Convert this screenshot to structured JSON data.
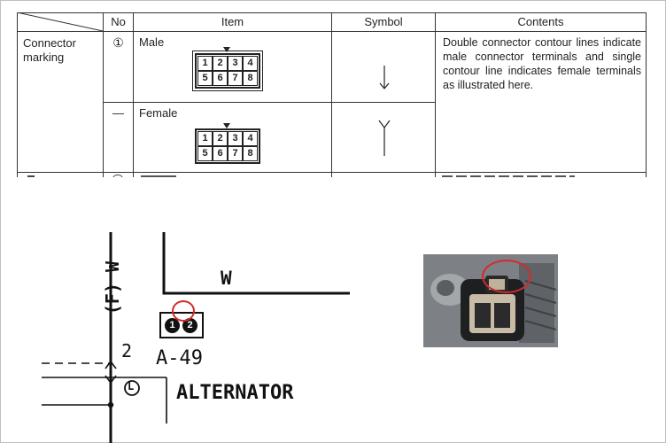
{
  "table": {
    "headers": {
      "no": "No",
      "item": "Item",
      "symbol": "Symbol",
      "contents": "Contents"
    },
    "row_label": "Connector\nmarking",
    "rows": [
      {
        "no": "①",
        "item": "Male",
        "pins": [
          "1",
          "2",
          "3",
          "4",
          "5",
          "6",
          "7",
          "8"
        ],
        "symbol": "male-arrow-down"
      },
      {
        "no": "—",
        "item": "Female",
        "pins": [
          "1",
          "2",
          "3",
          "4",
          "5",
          "6",
          "7",
          "8"
        ],
        "symbol": "female-fork"
      }
    ],
    "contents": "Double connector contour lines indicate male connector terminals and single contour line indicates female terminals as illustrated here."
  },
  "wiring": {
    "wire_vertical_label": "(F) W",
    "wire_horizontal_label": "W",
    "connector_pins": [
      "1",
      "2"
    ],
    "connector_id": "A-49",
    "terminal_number": "2",
    "terminal_symbol": "L",
    "component_label": "ALTERNATOR",
    "highlight_color": "#d42a2a"
  }
}
